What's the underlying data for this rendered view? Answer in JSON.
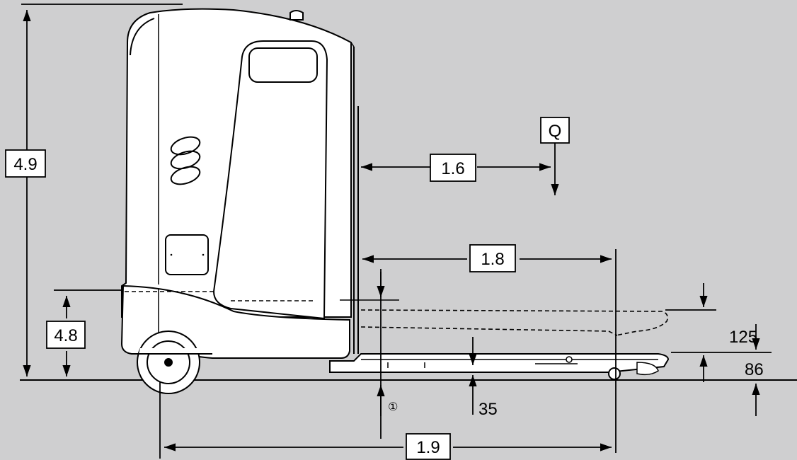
{
  "colors": {
    "background": "#cfcfd0",
    "body_fill": "#ffffff",
    "stroke": "#000000"
  },
  "dimensions": {
    "overall_height": "4.9",
    "base_height": "4.8",
    "load_center_distance": "1.6",
    "load_label": "Q",
    "fork_length": "1.8",
    "overall_length": "1.9",
    "lift_height": "125",
    "fork_height": "86",
    "ground_clearance": "35",
    "reference_mark": "①"
  }
}
